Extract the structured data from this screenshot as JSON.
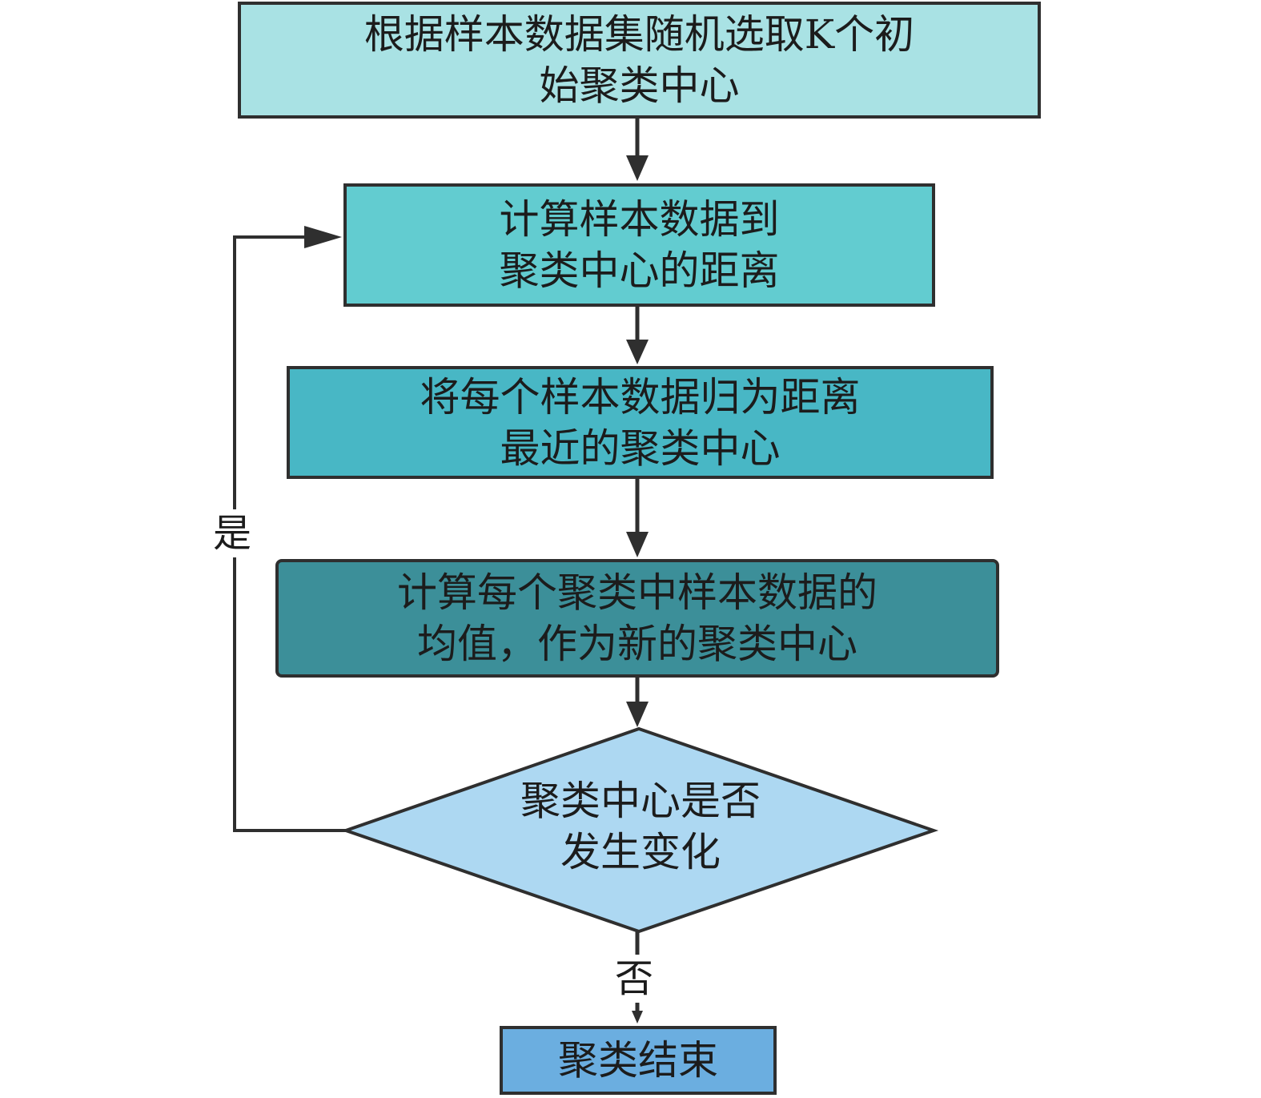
{
  "flowchart": {
    "start_box": {
      "line1": "根据样本数据集随机选取K个初",
      "line2": "始聚类中心"
    },
    "distance_box": {
      "line1": "计算样本数据到",
      "line2": "聚类中心的距离"
    },
    "assign_box": {
      "line1": "将每个样本数据归为距离",
      "line2": "最近的聚类中心"
    },
    "update_box": {
      "line1": "计算每个聚类中样本数据的",
      "line2": "均值，作为新的聚类中心"
    },
    "decision": {
      "line1": "聚类中心是否",
      "line2": "发生变化"
    },
    "end_box": {
      "label": "聚类结束"
    },
    "yes_label": "是",
    "no_label": "否"
  },
  "colors": {
    "start_box": "#a9e2e4",
    "distance_box": "#62ccd0",
    "assign_box": "#48b7c5",
    "update_box": "#3c8f99",
    "decision": "#add8f2",
    "end_box": "#6baee0",
    "stroke": "#2f2f2f"
  }
}
